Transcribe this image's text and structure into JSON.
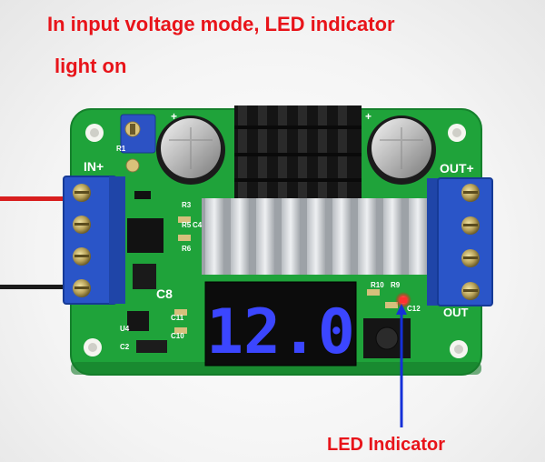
{
  "caption": {
    "line1": "In input voltage mode, LED indicator",
    "line2": "light on"
  },
  "callout": {
    "label": "LED Indicator"
  },
  "board": {
    "input_label": "IN+",
    "output_label": "OUT+",
    "output_label_lower": "OUT",
    "display_value": "12.0",
    "silkscreen": [
      "C8",
      "R1",
      "R3",
      "R5",
      "R6",
      "C4",
      "R10",
      "R9",
      "C12",
      "C11",
      "C10",
      "U4",
      "C2",
      "+",
      "+"
    ]
  },
  "colors": {
    "caption_text": "#e8141a",
    "callout_arrow": "#1530d8",
    "pcb": "#1fa33a",
    "terminal": "#2a55c8",
    "display_digits": "#3b46ff",
    "indicator_led": "#ff2a2a"
  }
}
